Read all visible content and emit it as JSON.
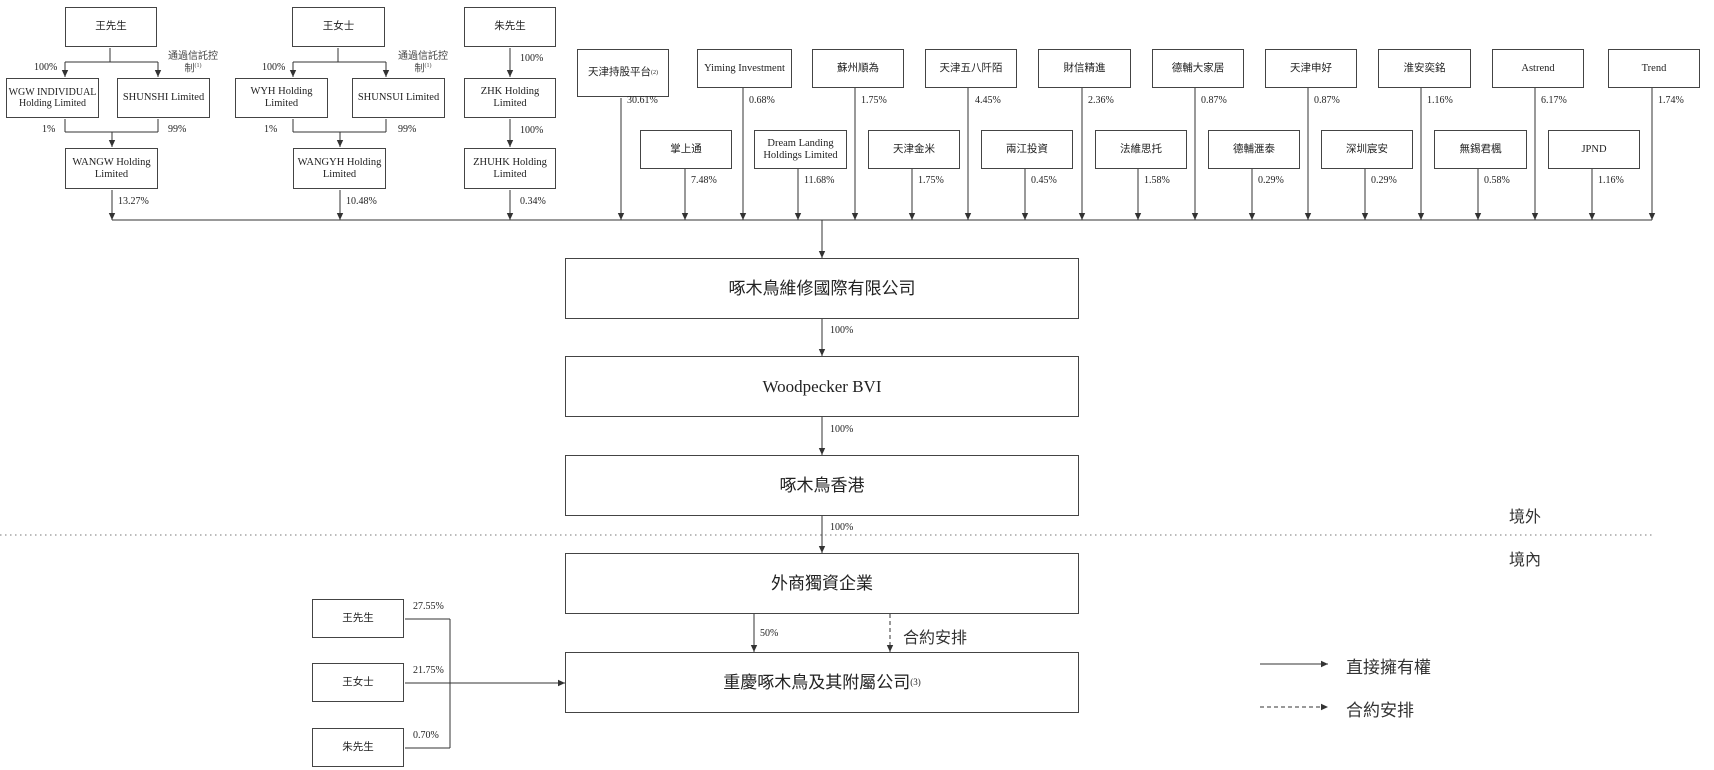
{
  "diagram": {
    "offshore_label": "境外",
    "onshore_label": "境內",
    "legend": {
      "direct": "直接擁有權",
      "contract": "合約安排"
    },
    "top_left": {
      "wang_mr": "王先生",
      "wang_ms": "王女士",
      "zhu_mr": "朱先生",
      "trust_note": "通過信託控制",
      "wgw": "WGW INDIVIDUAL Holding Limited",
      "shunshi": "SHUNSHI Limited",
      "wyh": "WYH Holding Limited",
      "shunsui": "SHUNSUI Limited",
      "zhk": "ZHK Holding Limited",
      "zhuhk": "ZHUHK Holding Limited",
      "wangw": "WANGW Holding Limited",
      "wangyh": "WANGYH Holding Limited",
      "p100a": "100%",
      "p1a": "1%",
      "p99a": "99%",
      "p100b": "100%",
      "p1b": "1%",
      "p99b": "99%",
      "p100c": "100%",
      "p100d": "100%",
      "p_wangw": "13.27%",
      "p_wangyh": "10.48%",
      "p_zhuhk": "0.34%"
    },
    "top_row": [
      {
        "name": "天津持股平台",
        "pct": "30.61%",
        "note": "(2)"
      },
      {
        "name": "Yiming Investment",
        "pct": "0.68%"
      },
      {
        "name": "蘇州順為",
        "pct": "1.75%"
      },
      {
        "name": "天津五八阡陌",
        "pct": "4.45%"
      },
      {
        "name": "財信精進",
        "pct": "2.36%"
      },
      {
        "name": "德輔大家居",
        "pct": "0.87%"
      },
      {
        "name": "天津申好",
        "pct": "0.87%"
      },
      {
        "name": "淮安奕銘",
        "pct": "1.16%"
      },
      {
        "name": "Astrend",
        "pct": "6.17%"
      },
      {
        "name": "Trend",
        "pct": "1.74%"
      }
    ],
    "second_row": [
      {
        "name": "掌上通",
        "pct": "7.48%"
      },
      {
        "name": "Dream Landing Holdings Limited",
        "pct": "11.68%"
      },
      {
        "name": "天津金米",
        "pct": "1.75%"
      },
      {
        "name": "兩江投資",
        "pct": "0.45%"
      },
      {
        "name": "法維思托",
        "pct": "1.58%"
      },
      {
        "name": "德輔滙泰",
        "pct": "0.29%"
      },
      {
        "name": "深圳宸安",
        "pct": "0.29%"
      },
      {
        "name": "無錫君楓",
        "pct": "0.58%"
      },
      {
        "name": "JPND",
        "pct": "1.16%"
      }
    ],
    "chain": {
      "cayman": "啄木鳥維修國際有限公司",
      "bvi": "Woodpecker BVI",
      "hk": "啄木鳥香港",
      "wfoe": "外商獨資企業",
      "opco": "重慶啄木鳥及其附屬公司",
      "opco_note": "(3)",
      "p_bvi": "100%",
      "p_hk": "100%",
      "p_wfoe": "100%",
      "p_opco": "50%",
      "contract": "合約安排"
    },
    "bottom_holders": [
      {
        "name": "王先生",
        "pct": "27.55%"
      },
      {
        "name": "王女士",
        "pct": "21.75%"
      },
      {
        "name": "朱先生",
        "pct": "0.70%"
      }
    ]
  }
}
